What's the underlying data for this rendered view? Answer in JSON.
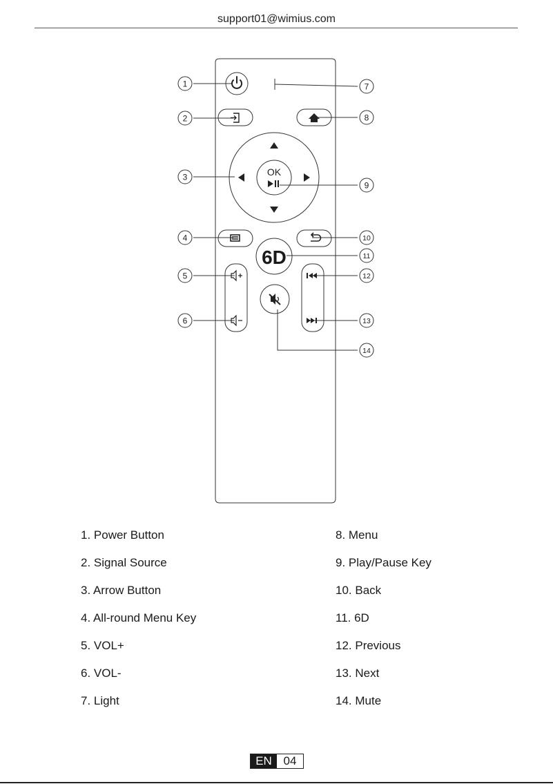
{
  "header": {
    "email": "support01@wimius.com"
  },
  "remote": {
    "ok_label": "OK",
    "sixd_label": "6D",
    "callouts": [
      "1",
      "2",
      "3",
      "4",
      "5",
      "6",
      "7",
      "8",
      "9",
      "10",
      "11",
      "12",
      "13",
      "14"
    ]
  },
  "legend": {
    "left": [
      "1. Power Button",
      "2. Signal Source",
      "3. Arrow Button",
      "4. All-round Menu Key",
      "5. VOL+",
      "6. VOL-",
      "7. Light"
    ],
    "right": [
      "8. Menu",
      "9. Play/Pause Key",
      "10. Back",
      "11. 6D",
      "12. Previous",
      "13. Next",
      "14. Mute"
    ]
  },
  "footer": {
    "lang": "EN",
    "page": "04"
  }
}
